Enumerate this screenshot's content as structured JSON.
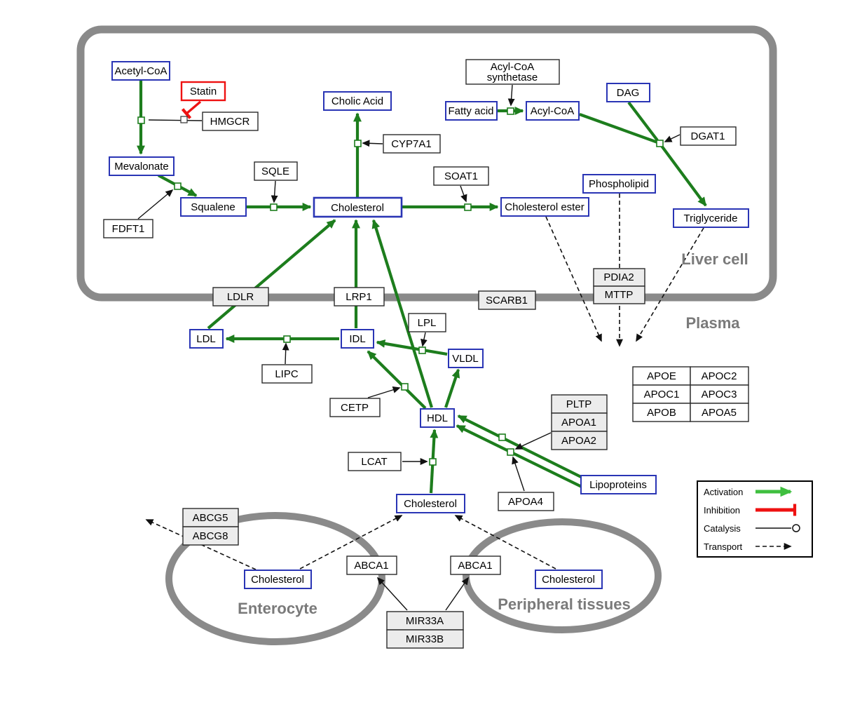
{
  "colors": {
    "activation_green": "#1d7d1d",
    "legend_arrow_green": "#3fbf3f",
    "inhibition_red": "#ee1111",
    "metabolite_border_blue": "#2a35b5",
    "membrane_gray": "#8a8a8a",
    "enzyme_box_gray": "#ececec"
  },
  "regions": {
    "liver_cell": "Liver cell",
    "plasma": "Plasma",
    "enterocyte": "Enterocyte",
    "peripheral_tissues": "Peripheral tissues"
  },
  "nodes": {
    "acetyl_coa": "Acetyl-CoA",
    "statin": "Statin",
    "hmgcr": "HMGCR",
    "mevalonate": "Mevalonate",
    "fdft1": "FDFT1",
    "squalene": "Squalene",
    "sqle": "SQLE",
    "cholic_acid": "Cholic Acid",
    "cyp7a1": "CYP7A1",
    "cholesterol_liver": "Cholesterol",
    "soat1": "SOAT1",
    "cholesterol_ester": "Cholesterol ester",
    "acyl_coa_synthetase_line1": "Acyl-CoA",
    "acyl_coa_synthetase_line2": "synthetase",
    "fatty_acid": "Fatty acid",
    "acyl_coa": "Acyl-CoA",
    "dag": "DAG",
    "dgat1": "DGAT1",
    "phospholipid": "Phospholipid",
    "triglyceride": "Triglyceride",
    "ldlr": "LDLR",
    "lrp1": "LRP1",
    "scarb1": "SCARB1",
    "pdia2": "PDIA2",
    "mttp": "MTTP",
    "ldl": "LDL",
    "idl": "IDL",
    "lpl": "LPL",
    "vldl": "VLDL",
    "lipc": "LIPC",
    "cetp": "CETP",
    "hdl": "HDL",
    "apoe": "APOE",
    "apoc2": "APOC2",
    "apoc1": "APOC1",
    "apoc3": "APOC3",
    "apob": "APOB",
    "apoa5": "APOA5",
    "pltp": "PLTP",
    "apoa1": "APOA1",
    "apoa2": "APOA2",
    "lcat": "LCAT",
    "apoa4": "APOA4",
    "lipoproteins": "Lipoproteins",
    "cholesterol_plasma": "Cholesterol",
    "abcg5": "ABCG5",
    "abcg8": "ABCG8",
    "abca1_left": "ABCA1",
    "abca1_right": "ABCA1",
    "cholesterol_enterocyte": "Cholesterol",
    "cholesterol_peripheral": "Cholesterol",
    "mir33a": "MIR33A",
    "mir33b": "MIR33B"
  },
  "legend": {
    "activation": "Activation",
    "inhibition": "Inhibition",
    "catalysis": "Catalysis",
    "transport": "Transport"
  }
}
